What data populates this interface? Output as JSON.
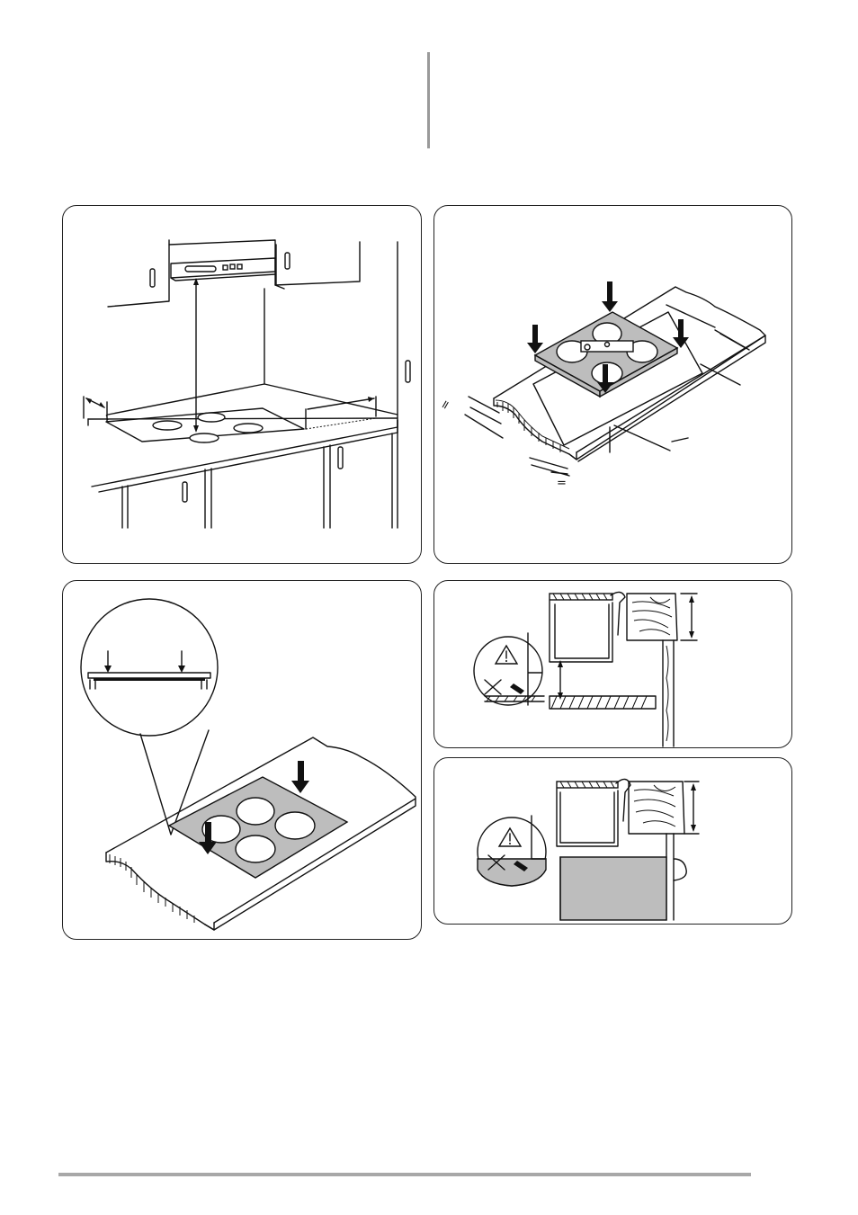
{
  "page": {
    "header_text_left": "",
    "header_text_right": ""
  },
  "figures": [
    {
      "id": "fig-hood-clearance",
      "caption": ""
    },
    {
      "id": "fig-cutout-dimensions",
      "caption": ""
    },
    {
      "id": "fig-seal-placement",
      "caption": ""
    },
    {
      "id": "fig-built-in-drawer",
      "caption": ""
    },
    {
      "id": "fig-built-in-oven",
      "caption": ""
    }
  ],
  "colors": {
    "panel_border": "#222222",
    "hob_grey": "#bdbdbd",
    "rule_grey": "#a8a8a8"
  },
  "icons": [
    "warning-triangle-icon",
    "prohibited-x-icon",
    "arrow-down-icon"
  ]
}
